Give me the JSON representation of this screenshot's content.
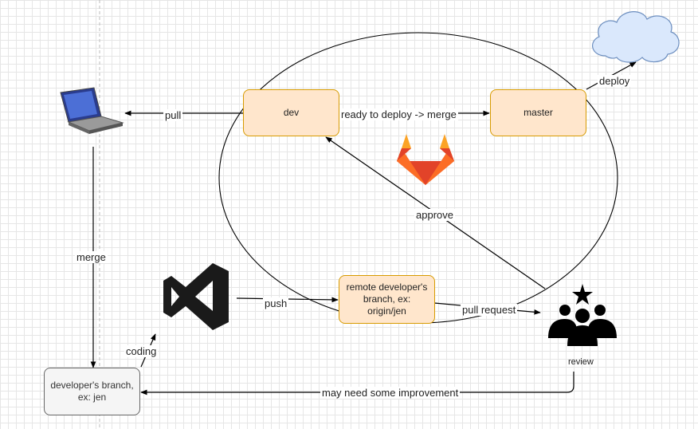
{
  "nodes": {
    "dev": "dev",
    "master": "master",
    "remote": "remote developer's branch, ex: origin/jen",
    "local_branch": "developer's branch, ex: jen"
  },
  "edges": {
    "pull": "pull",
    "merge_ready": "ready to deploy -> merge",
    "deploy": "deploy",
    "merge": "merge",
    "coding": "coding",
    "push": "push",
    "pull_request": "pull request",
    "approve": "approve",
    "improvement": "may need some improvement"
  },
  "captions": {
    "review": "review"
  },
  "icons": [
    "laptop-icon",
    "cloud-icon",
    "gitlab-icon",
    "vscode-icon",
    "team-review-icon"
  ],
  "colors": {
    "box_fill": "#ffe6cc",
    "box_stroke": "#d79b00",
    "grey_fill": "#f5f5f5",
    "grey_stroke": "#666666",
    "cloud_fill": "#dae8fc",
    "cloud_stroke": "#6c8ebf",
    "vscode": "#1a1a1a"
  }
}
